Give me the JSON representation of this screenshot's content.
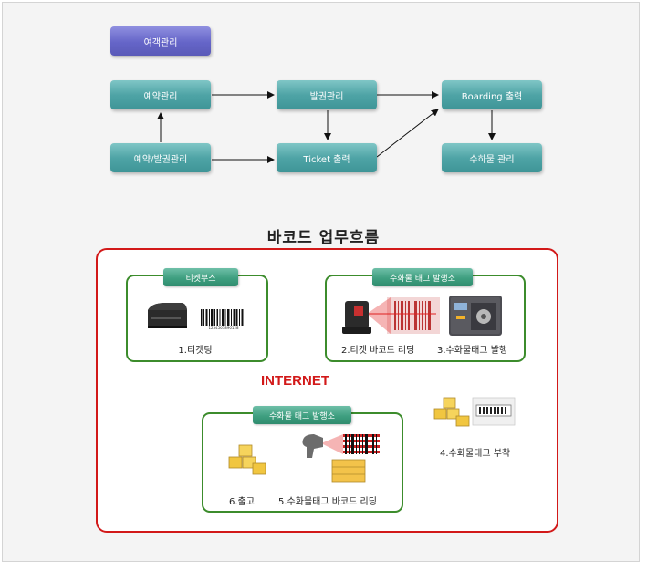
{
  "flow": {
    "passenger": "여객관리",
    "reservation": "예약관리",
    "ticketing": "발권관리",
    "boarding_print": "Boarding 출력",
    "res_ticket": "예약/발권관리",
    "ticket_print": "Ticket 출력",
    "baggage_mgmt": "수하물 관리"
  },
  "barcode_section": {
    "title": "바코드 업무흐름",
    "internet": "INTERNET",
    "booth": {
      "label": "티켓부스",
      "step1": "1.티켓팅",
      "barcode_number": "1234567890128"
    },
    "issue_top": {
      "label": "수화물 태그 발행소",
      "step2": "2.티켓 바코드 리딩",
      "step3": "3.수화물태그 발행"
    },
    "issue_bottom": {
      "label": "수화물 태그 발행소",
      "step6": "6.출고",
      "step5": "5.수화물태그 바코드 리딩"
    },
    "step4": "4.수화물태그 부착"
  },
  "colors": {
    "teal": "#4fa4a6",
    "purple": "#6565c8",
    "red_border": "#d21919",
    "green_border": "#3c8c2c"
  }
}
